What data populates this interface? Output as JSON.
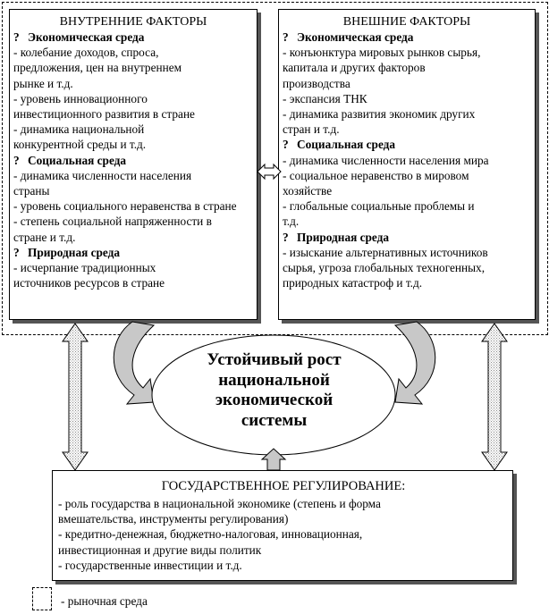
{
  "internal": {
    "title": "ВНУТРЕННИЕ ФАКТОРЫ",
    "lines": [
      {
        "text": "Экономическая среда",
        "head": true
      },
      {
        "text": "- колебание доходов, спроса,"
      },
      {
        "text": "предложения, цен на внутреннем"
      },
      {
        "text": "рынке и т.д."
      },
      {
        "text": "- уровень инновационного"
      },
      {
        "text": "инвестиционного развития в стране"
      },
      {
        "text": "- динамика национальной"
      },
      {
        "text": "конкурентной среды и т.д."
      },
      {
        "text": "Социальная среда",
        "head": true
      },
      {
        "text": "- динамика численности населения"
      },
      {
        "text": "страны"
      },
      {
        "text": "- уровень социального неравенства в стране"
      },
      {
        "text": "- степень социальной напряженности в"
      },
      {
        "text": "стране и т.д."
      },
      {
        "text": "Природная среда",
        "head": true
      },
      {
        "text": "- исчерпание традиционных"
      },
      {
        "text": "источников ресурсов в стране"
      }
    ]
  },
  "external": {
    "title": "ВНЕШНИЕ ФАКТОРЫ",
    "lines": [
      {
        "text": "Экономическая среда",
        "head": true
      },
      {
        "text": "- конъюнктура мировых рынков сырья,"
      },
      {
        "text": "капитала и других факторов"
      },
      {
        "text": "производства"
      },
      {
        "text": "- экспансия ТНК"
      },
      {
        "text": "- динамика развития экономик других"
      },
      {
        "text": "стран и т.д."
      },
      {
        "text": "Социальная среда",
        "head": true
      },
      {
        "text": "- динамика численности населения мира"
      },
      {
        "text": "- социальное неравенство в мировом"
      },
      {
        "text": "хозяйстве"
      },
      {
        "text": "- глобальные социальные проблемы и"
      },
      {
        "text": "т.д."
      },
      {
        "text": "Природная среда",
        "head": true
      },
      {
        "text": "- изыскание альтернативных источников"
      },
      {
        "text": "сырья, угроза глобальных техногенных,"
      },
      {
        "text": "природных катастроф и т.д."
      }
    ]
  },
  "head_marker": "?",
  "goal_lines": [
    "Устойчивый рост",
    "национальной",
    "экономической",
    "системы"
  ],
  "regulation": {
    "title": "ГОСУДАРСТВЕННОЕ РЕГУЛИРОВАНИЕ:",
    "lines": [
      "- роль государства в национальной экономике (степень и форма",
      "вмешательства, инструменты регулирования)",
      "- кредитно-денежная, бюджетно-налоговая, инновационная,",
      "инвестиционная и другие виды политик",
      "- государственные инвестиции и т.д."
    ]
  },
  "legend": {
    "label": "- рыночная среда"
  },
  "colors": {
    "arrow_fill": "#c8c8c8",
    "stipple": "#8a8a8a",
    "shadow": "#555555"
  }
}
